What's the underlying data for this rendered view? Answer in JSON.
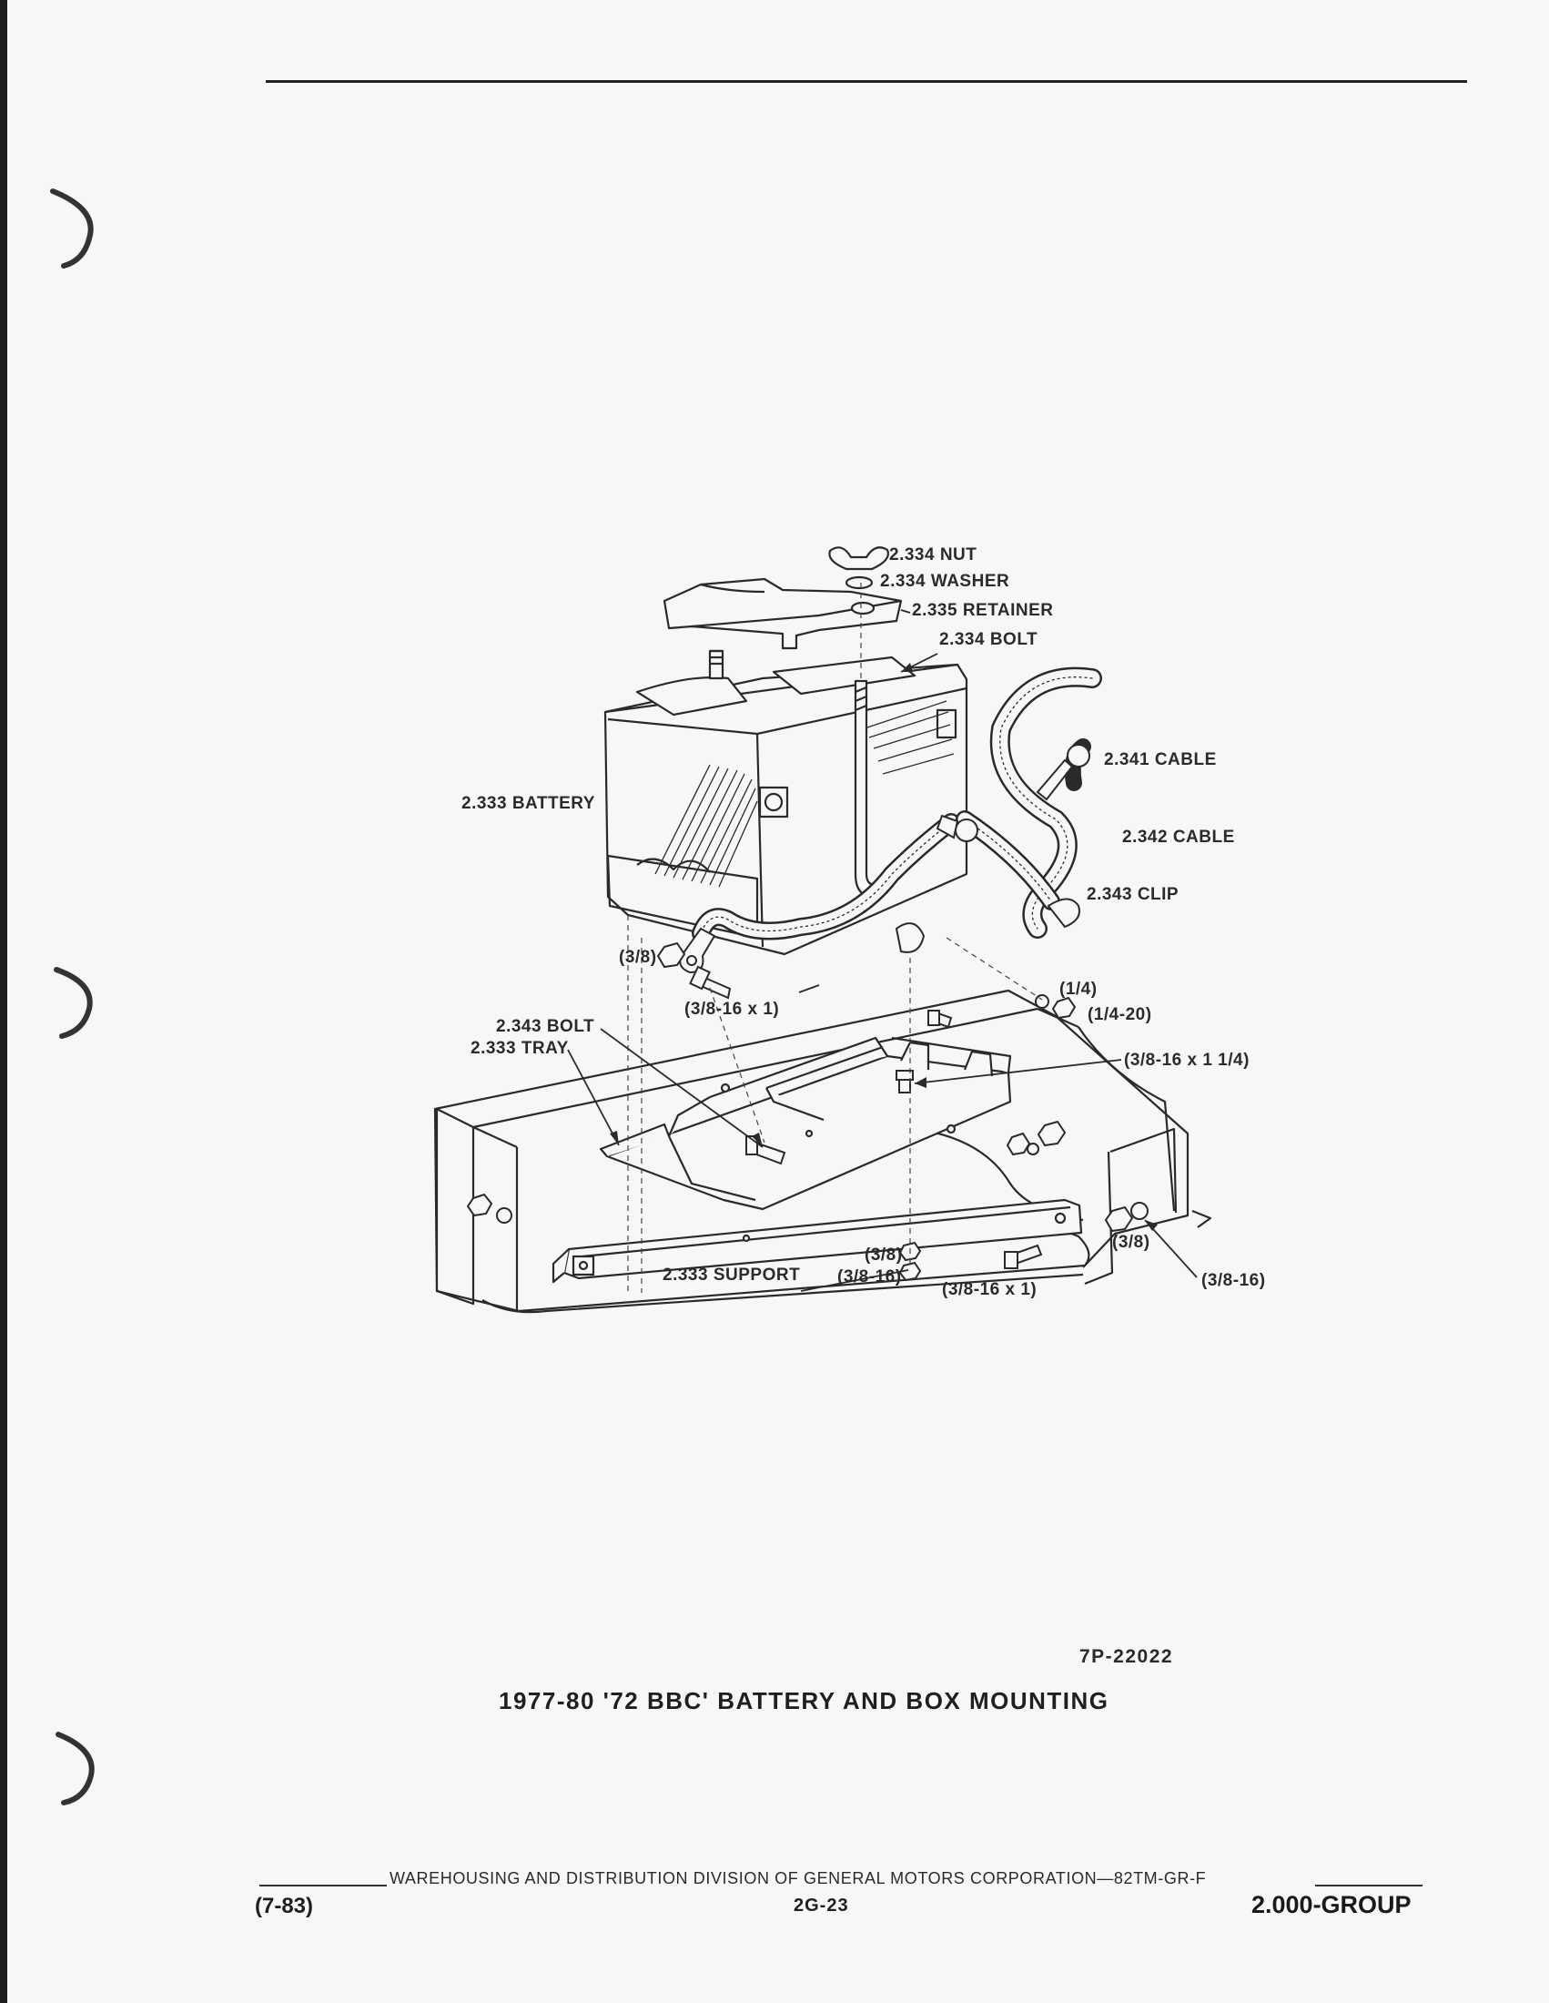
{
  "diagram": {
    "figure_number": "7P-22022",
    "caption": "1977-80 '72 BBC' BATTERY AND BOX MOUNTING",
    "callouts": {
      "nut": "2.334 NUT",
      "washer": "2.334 WASHER",
      "retainer": "2.335 RETAINER",
      "top_bolt": "2.334 BOLT",
      "battery": "2.333 BATTERY",
      "cable_2341": "2.341 CABLE",
      "cable_2342": "2.342 CABLE",
      "clip": "2.343 CLIP",
      "nut_38_left": "(3/8)",
      "bolt_38_16x1_upper": "(3/8-16 x 1)",
      "bolt_2343": "2.343 BOLT",
      "tray": "2.333 TRAY",
      "washer_14": "(1/4)",
      "nut_14_20": "(1/4-20)",
      "bolt_38_16x1_14": "(3/8-16 x 1 1/4)",
      "support": "2.333 SUPPORT",
      "nut_38_bottom": "(3/8)",
      "nut_38_16_bottom": "(3/8-16)",
      "bolt_38_16x1_lower": "(3/8-16 x 1)",
      "nut_38_right": "(3/8)",
      "nut_38_16_right": "(3/8-16)"
    }
  },
  "footer": {
    "division": "WAREHOUSING AND DISTRIBUTION  DIVISION OF GENERAL MOTORS CORPORATION—82TM-GR-F",
    "date_code": "(7-83)",
    "page_number": "2G-23",
    "group": "2.000-GROUP"
  }
}
